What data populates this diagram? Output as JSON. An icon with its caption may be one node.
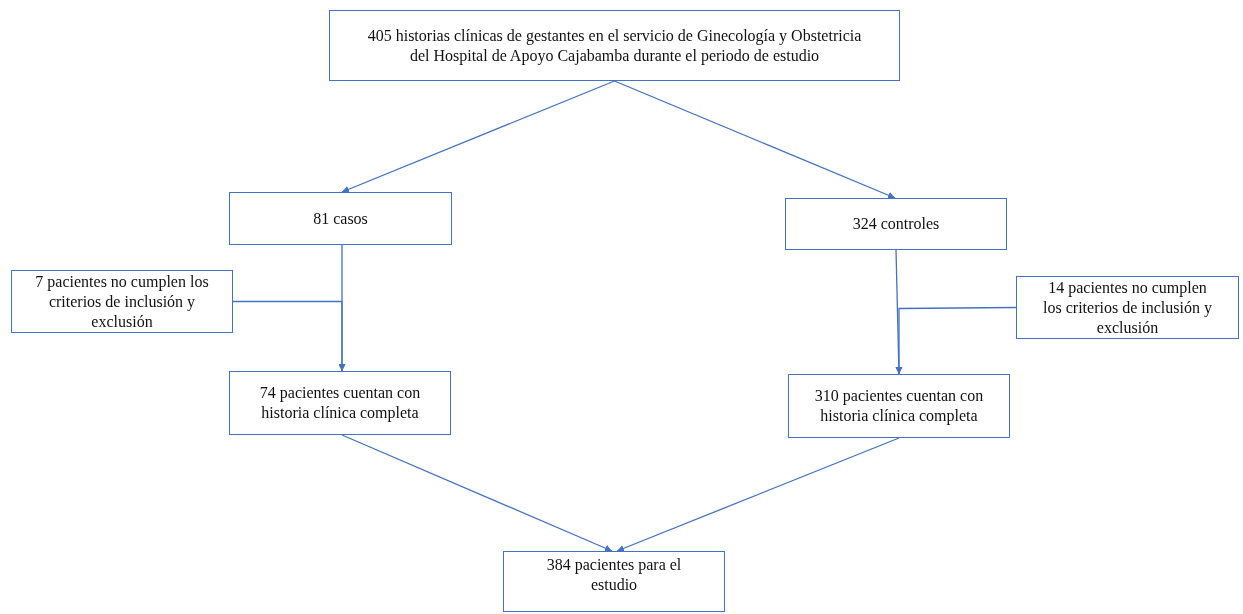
{
  "diagram": {
    "nodes": [
      {
        "text": [
          "405 historias clínicas de gestantes en el servicio de Ginecología y Obstetricia del Hospital de Apoyo Cajabamba durante el periodo de estudio"
        ]
      },
      {
        "text": [
          "81 casos"
        ]
      },
      {
        "text": [
          "324 controles"
        ]
      },
      {
        "text": [
          "7 pacientes no cumplen los criterios de inclusión y exclusión"
        ]
      },
      {
        "text": [
          "14 pacientes no cumplen los criterios de inclusión y exclusión"
        ]
      },
      {
        "text": [
          "74 pacientes cuentan con historia clínica completa"
        ]
      },
      {
        "text": [
          "310 pacientes cuentan con historia clínica completa"
        ]
      },
      {
        "text": [
          "384 pacientes para el estudio"
        ]
      }
    ],
    "edges": [
      {
        "from": 0,
        "to": 1,
        "arrow": "to"
      },
      {
        "from": 0,
        "to": 2,
        "arrow": "to"
      },
      {
        "from": 1,
        "to": 5,
        "arrow": "to"
      },
      {
        "from": 3,
        "to": 5,
        "arrow": "to"
      },
      {
        "from": 2,
        "to": 6,
        "arrow": "to"
      },
      {
        "from": 4,
        "to": 6,
        "arrow": "to"
      },
      {
        "from": 5,
        "to": 7,
        "arrow": "to"
      },
      {
        "from": 6,
        "to": 7,
        "arrow": "to"
      }
    ]
  }
}
